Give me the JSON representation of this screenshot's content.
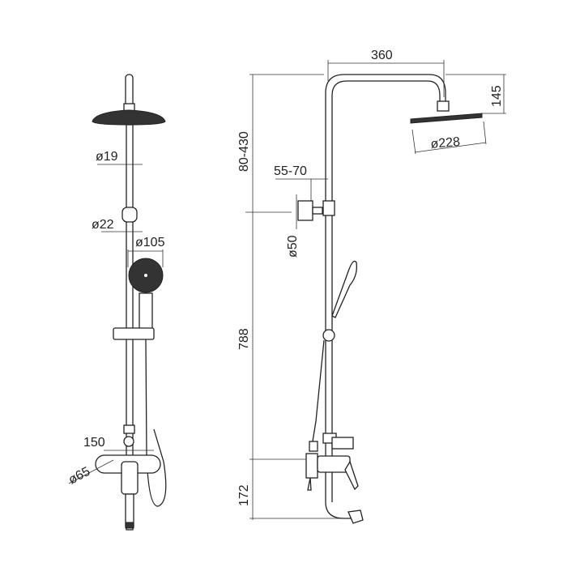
{
  "front_view": {
    "dims": {
      "pipe_diameter": "ø19",
      "holder_diameter": "ø22",
      "hand_shower_diameter": "ø105",
      "mixer_centers": "150",
      "flange_diameter": "ø65"
    }
  },
  "side_view": {
    "dims": {
      "arm_reach": "360",
      "head_height": "145",
      "head_diameter": "ø228",
      "height_adjust": "80-430",
      "bracket_offset": "55-70",
      "bracket_diameter": "ø50",
      "rail_length": "788",
      "spout_height": "172"
    }
  }
}
